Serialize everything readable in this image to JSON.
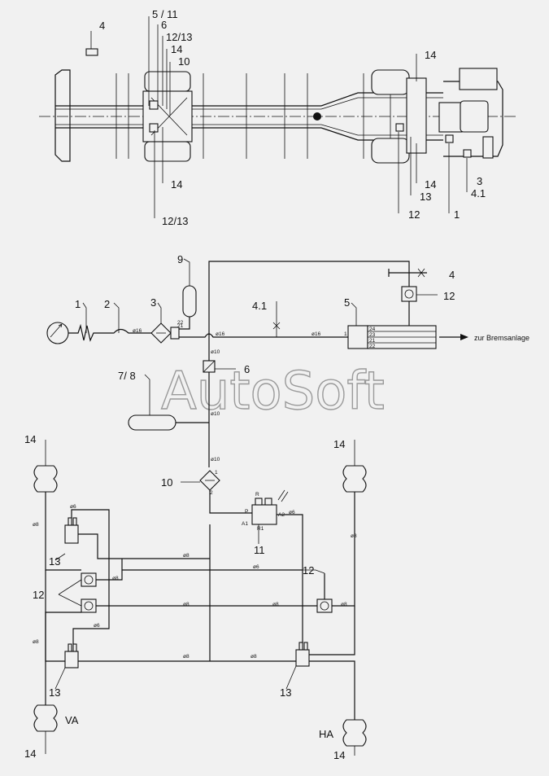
{
  "watermark": "AutoSoft",
  "chassis_labels": {
    "l4": "4",
    "l5_11": "5 / 11",
    "l6": "6",
    "l12_13a": "12/13",
    "l14a": "14",
    "l10": "10",
    "l14b": "14",
    "l12_13b": "12/13",
    "l14c": "14",
    "l14d": "14",
    "l13": "13",
    "l12": "12",
    "l1": "1",
    "l3": "3",
    "l4_1": "4.1"
  },
  "schematic_labels": {
    "n1": "1",
    "n2": "2",
    "n3": "3",
    "n4": "4",
    "n4_1": "4.1",
    "n5": "5",
    "n6": "6",
    "n7_8": "7/ 8",
    "n9": "9",
    "n10": "10",
    "n11": "11",
    "n12a": "12",
    "n12b": "12",
    "n12c": "12",
    "n13a": "13",
    "n13b": "13",
    "n13c": "13",
    "n14a": "14",
    "n14b": "14",
    "n14c": "14",
    "n14d": "14",
    "va": "VA",
    "ha": "HA",
    "dest": "zur Bremsanlage"
  },
  "pipe_labels": {
    "p16a": "ø16",
    "p16b": "ø16",
    "p16c": "ø16",
    "p10a": "ø10",
    "p10b": "ø10",
    "p10c": "ø10",
    "p8a": "ø8",
    "p8b": "ø8",
    "p8c": "ø8",
    "p8d": "ø8",
    "p8e": "ø8",
    "p8f": "ø8",
    "p8g": "ø8",
    "p8h": "ø8",
    "p8i": "ø8",
    "p8j": "ø8",
    "p6a": "ø6",
    "p6b": "ø6",
    "p6c": "ø6",
    "p6d": "ø6"
  },
  "ports": {
    "a21": "21",
    "a22": "22",
    "a1": "1",
    "a24": "24",
    "a23": "23",
    "a21b": "21",
    "a22b": "22",
    "a2": "2",
    "a1b": "1",
    "aP": "P",
    "aA1": "A1",
    "aA2": "A2",
    "aR": "R",
    "aR1": "R1"
  }
}
